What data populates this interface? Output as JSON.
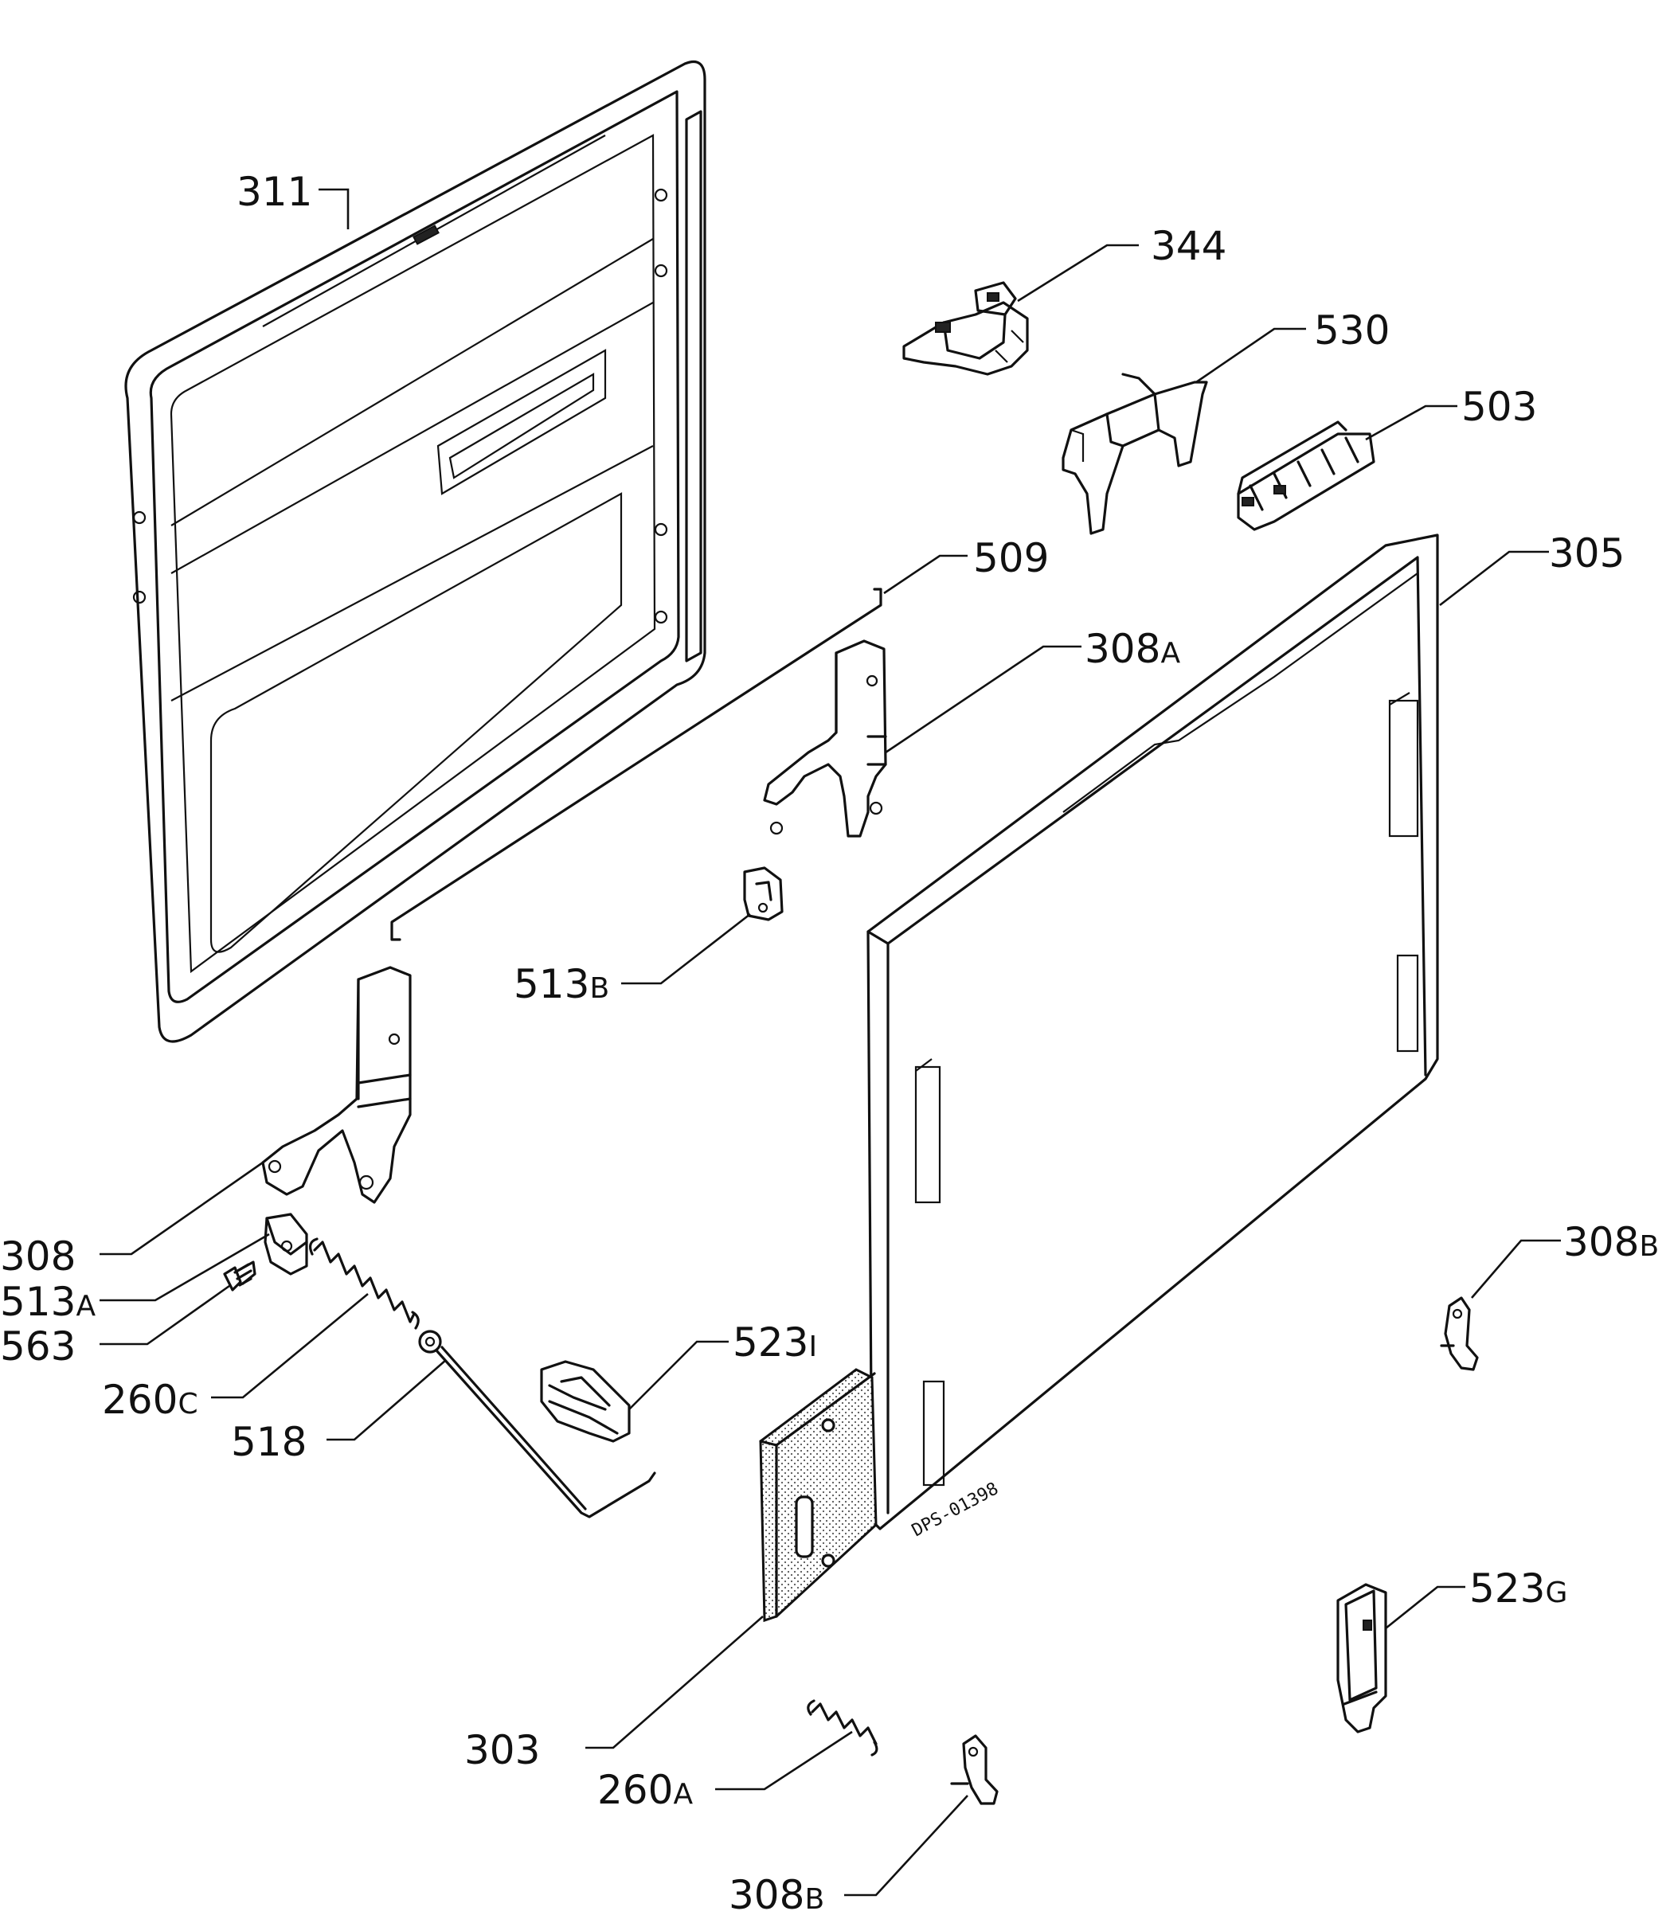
{
  "drawing_code": "DPS-01398",
  "callouts": [
    {
      "id": "311",
      "num": "311",
      "suffix": ""
    },
    {
      "id": "344",
      "num": "344",
      "suffix": ""
    },
    {
      "id": "530",
      "num": "530",
      "suffix": ""
    },
    {
      "id": "503",
      "num": "503",
      "suffix": ""
    },
    {
      "id": "509",
      "num": "509",
      "suffix": ""
    },
    {
      "id": "305",
      "num": "305",
      "suffix": ""
    },
    {
      "id": "308a",
      "num": "308",
      "suffix": "A"
    },
    {
      "id": "513b",
      "num": "513",
      "suffix": "B"
    },
    {
      "id": "308",
      "num": "308",
      "suffix": ""
    },
    {
      "id": "513a",
      "num": "513",
      "suffix": "A"
    },
    {
      "id": "563",
      "num": "563",
      "suffix": ""
    },
    {
      "id": "260c",
      "num": "260",
      "suffix": "C"
    },
    {
      "id": "518",
      "num": "518",
      "suffix": ""
    },
    {
      "id": "523i",
      "num": "523",
      "suffix": "I"
    },
    {
      "id": "308b-right",
      "num": "308",
      "suffix": "B"
    },
    {
      "id": "523g",
      "num": "523",
      "suffix": "G"
    },
    {
      "id": "303",
      "num": "303",
      "suffix": ""
    },
    {
      "id": "260a",
      "num": "260",
      "suffix": "A"
    },
    {
      "id": "308b-bottom",
      "num": "308",
      "suffix": "B"
    }
  ]
}
